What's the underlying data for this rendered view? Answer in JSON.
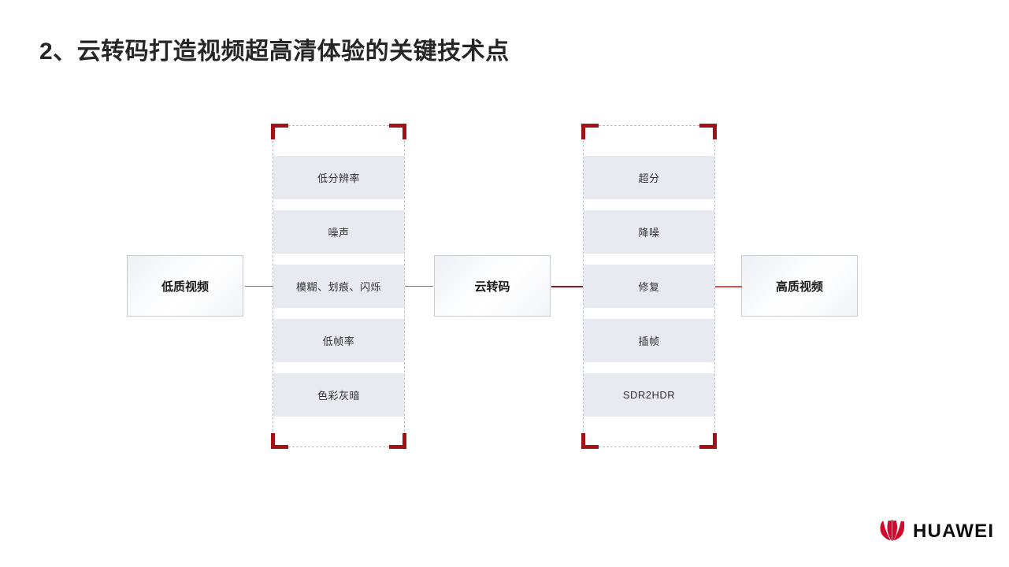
{
  "slide": {
    "title": "2、云转码打造视频超高清体验的关键技术点",
    "background_color": "#ffffff"
  },
  "diagram": {
    "type": "flow",
    "nodes": {
      "input": {
        "label": "低质视频"
      },
      "process": {
        "label": "云转码"
      },
      "output": {
        "label": "高质视频"
      }
    },
    "issues_frame": {
      "caption": "",
      "items": [
        {
          "label": "低分辨率"
        },
        {
          "label": "噪声"
        },
        {
          "label": "模糊、划痕、闪烁"
        },
        {
          "label": "低帧率"
        },
        {
          "label": "色彩灰暗"
        }
      ]
    },
    "actions_frame": {
      "caption": "",
      "items": [
        {
          "label": "超分"
        },
        {
          "label": "降噪"
        },
        {
          "label": "修复"
        },
        {
          "label": "插帧"
        },
        {
          "label": "SDR2HDR"
        }
      ]
    },
    "colors": {
      "corner_bracket": "#a31217",
      "connector_light": "#e04a4a",
      "connector_dark": "#8b1a1a",
      "stripe_fill": "#e7eaf1",
      "frame_dash": "#b9c0cc",
      "box_border": "#c8ccd4"
    }
  },
  "branding": {
    "wordmark": "HUAWEI",
    "logo_color": "#cf0a2c"
  }
}
